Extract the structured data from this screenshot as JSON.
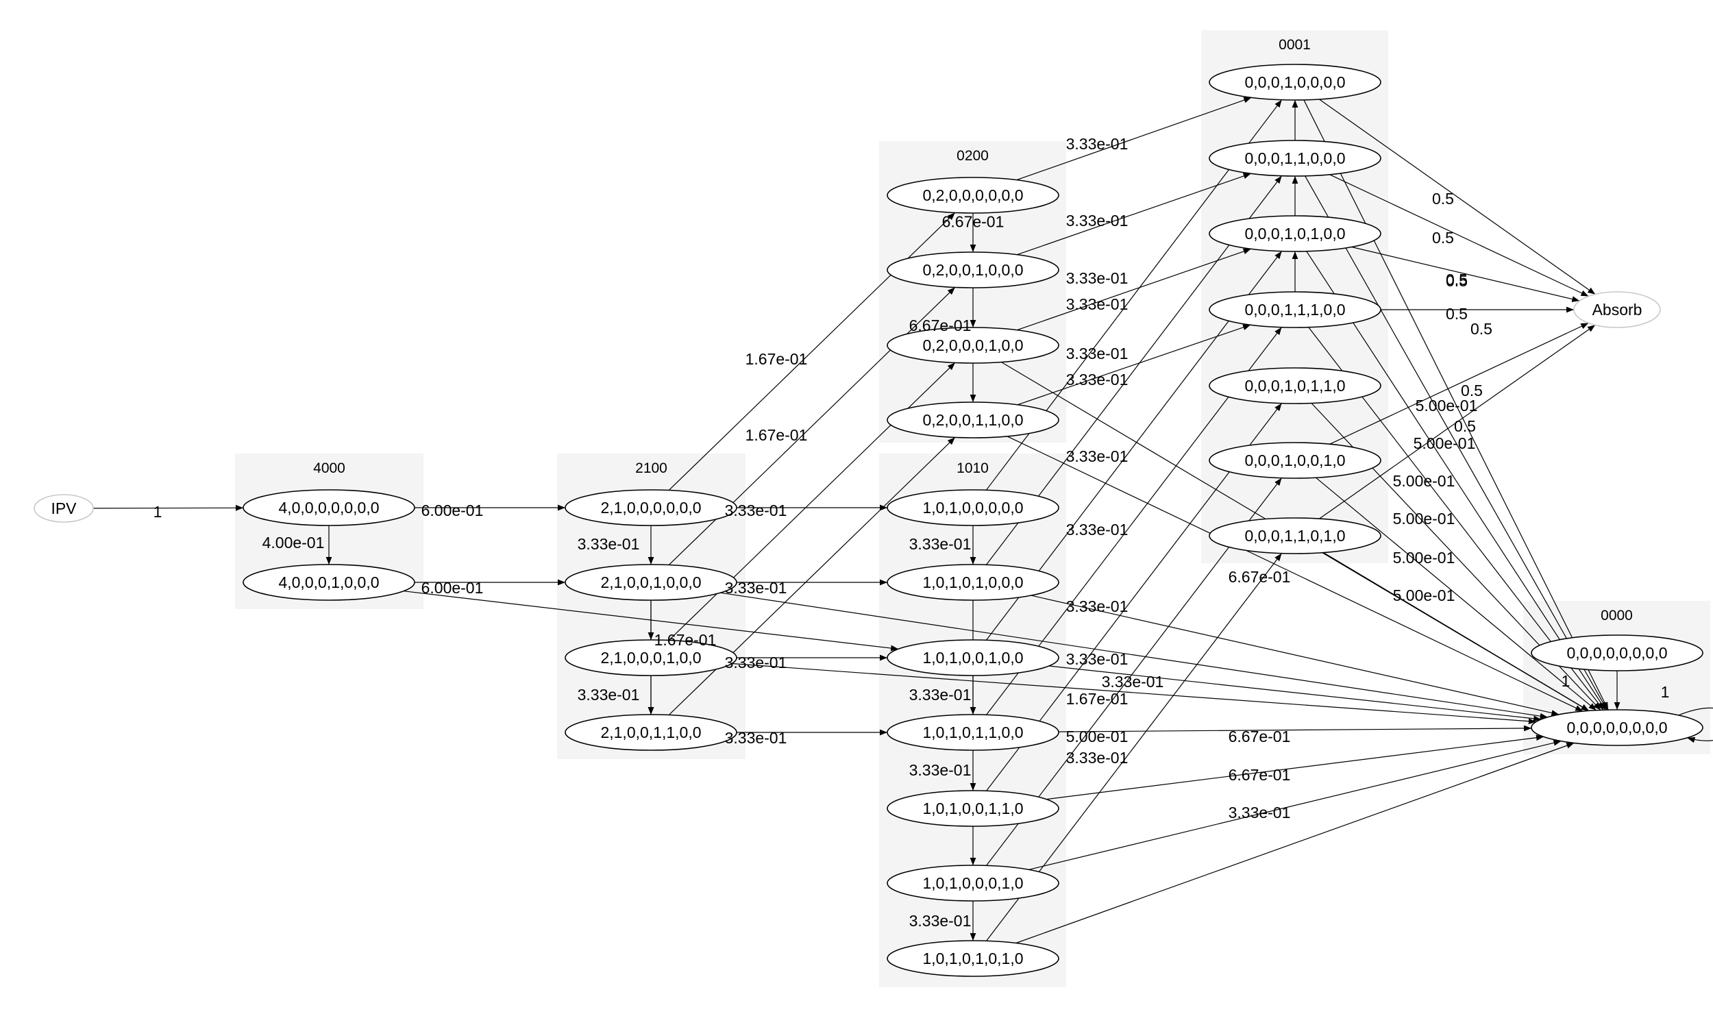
{
  "clusters": [
    {
      "id": "c4000",
      "label": "4000"
    },
    {
      "id": "c2100",
      "label": "2100"
    },
    {
      "id": "c0200",
      "label": "0200"
    },
    {
      "id": "c1010",
      "label": "1010"
    },
    {
      "id": "c0001",
      "label": "0001"
    },
    {
      "id": "c0000",
      "label": "0000"
    }
  ],
  "nodes": [
    {
      "id": "IPV",
      "label": "IPV",
      "style": "terminal"
    },
    {
      "id": "n4000000",
      "label": "4,0,0,0,0,0,0,0"
    },
    {
      "id": "n4000100",
      "label": "4,0,0,0,1,0,0,0"
    },
    {
      "id": "n2100000",
      "label": "2,1,0,0,0,0,0,0"
    },
    {
      "id": "n2100100",
      "label": "2,1,0,0,1,0,0,0"
    },
    {
      "id": "n2100010",
      "label": "2,1,0,0,0,1,0,0"
    },
    {
      "id": "n2100110",
      "label": "2,1,0,0,1,1,0,0"
    },
    {
      "id": "n0200000",
      "label": "0,2,0,0,0,0,0,0"
    },
    {
      "id": "n0200100",
      "label": "0,2,0,0,1,0,0,0"
    },
    {
      "id": "n0200010",
      "label": "0,2,0,0,0,1,0,0"
    },
    {
      "id": "n0200110",
      "label": "0,2,0,0,1,1,0,0"
    },
    {
      "id": "n1010000",
      "label": "1,0,1,0,0,0,0,0"
    },
    {
      "id": "n1010100",
      "label": "1,0,1,0,1,0,0,0"
    },
    {
      "id": "n1010010",
      "label": "1,0,1,0,0,1,0,0"
    },
    {
      "id": "n1010110",
      "label": "1,0,1,0,1,1,0,0"
    },
    {
      "id": "n1010011",
      "label": "1,0,1,0,0,1,1,0"
    },
    {
      "id": "n1010001",
      "label": "1,0,1,0,0,0,1,0"
    },
    {
      "id": "n1010101",
      "label": "1,0,1,0,1,0,1,0"
    },
    {
      "id": "n0001000",
      "label": "0,0,0,1,0,0,0,0"
    },
    {
      "id": "n0001100",
      "label": "0,0,0,1,1,0,0,0"
    },
    {
      "id": "n0001010",
      "label": "0,0,0,1,0,1,0,0"
    },
    {
      "id": "n0001110",
      "label": "0,0,0,1,1,1,0,0"
    },
    {
      "id": "n0001011",
      "label": "0,0,0,1,0,1,1,0"
    },
    {
      "id": "n0001001",
      "label": "0,0,0,1,0,0,1,0"
    },
    {
      "id": "n0001101",
      "label": "0,0,0,1,1,0,1,0"
    },
    {
      "id": "n0000a",
      "label": "0,0,0,0,0,0,0,0"
    },
    {
      "id": "n0000b",
      "label": "0,0,0,0,0,0,0,0"
    },
    {
      "id": "Absorb",
      "label": "Absorb",
      "style": "terminal"
    }
  ],
  "edges": [
    {
      "from": "IPV",
      "to": "n4000000",
      "label": "1"
    },
    {
      "from": "n4000000",
      "to": "n4000100",
      "label": "4.00e-01"
    },
    {
      "from": "n4000000",
      "to": "n2100000",
      "label": "6.00e-01"
    },
    {
      "from": "n4000100",
      "to": "n2100100",
      "label": "6.00e-01"
    },
    {
      "from": "n4000100",
      "to": "n1010010",
      "label": ""
    },
    {
      "from": "n2100000",
      "to": "n2100100",
      "label": "3.33e-01"
    },
    {
      "from": "n2100000",
      "to": "n1010000",
      "label": "3.33e-01"
    },
    {
      "from": "n2100000",
      "to": "n0200000",
      "label": "1.67e-01"
    },
    {
      "from": "n2100100",
      "to": "n2100010",
      "label": ""
    },
    {
      "from": "n2100100",
      "to": "n2100110",
      "label": ""
    },
    {
      "from": "n2100100",
      "to": "n1010100",
      "label": "3.33e-01"
    },
    {
      "from": "n2100100",
      "to": "n0200100",
      "label": "1.67e-01"
    },
    {
      "from": "n2100100",
      "to": "n0000b",
      "label": ""
    },
    {
      "from": "n2100010",
      "to": "n2100110",
      "label": "3.33e-01"
    },
    {
      "from": "n2100010",
      "to": "n1010010",
      "label": "3.33e-01"
    },
    {
      "from": "n2100010",
      "to": "n0200010",
      "label": "1.67e-01"
    },
    {
      "from": "n2100010",
      "to": "n0000b",
      "label": ""
    },
    {
      "from": "n2100110",
      "to": "n1010110",
      "label": "3.33e-01"
    },
    {
      "from": "n2100110",
      "to": "n0200110",
      "label": ""
    },
    {
      "from": "n0200000",
      "to": "n0001000",
      "label": "3.33e-01"
    },
    {
      "from": "n0200000",
      "to": "n0200100",
      "label": "6.67e-01"
    },
    {
      "from": "n0200100",
      "to": "n0200010",
      "label": "6.67e-01"
    },
    {
      "from": "n0200100",
      "to": "n0001100",
      "label": "3.33e-01"
    },
    {
      "from": "n0200010",
      "to": "n0200110",
      "label": ""
    },
    {
      "from": "n0200010",
      "to": "n0001010",
      "label": "3.33e-01"
    },
    {
      "from": "n0200010",
      "to": "n0000b",
      "label": "3.33e-01"
    },
    {
      "from": "n0200110",
      "to": "n0001110",
      "label": "3.33e-01"
    },
    {
      "from": "n0200110",
      "to": "n0000b",
      "label": "3.33e-01"
    },
    {
      "from": "n1010000",
      "to": "n1010100",
      "label": "3.33e-01"
    },
    {
      "from": "n1010000",
      "to": "n0001000",
      "label": "3.33e-01"
    },
    {
      "from": "n1010100",
      "to": "n1010110",
      "label": "3.33e-01"
    },
    {
      "from": "n1010100",
      "to": "n0001100",
      "label": "3.33e-01"
    },
    {
      "from": "n1010100",
      "to": "n0000b",
      "label": "3.33e-01"
    },
    {
      "from": "n1010010",
      "to": "n1010011",
      "label": ""
    },
    {
      "from": "n1010010",
      "to": "n0001010",
      "label": "3.33e-01"
    },
    {
      "from": "n1010010",
      "to": "n0000b",
      "label": "3.33e-01"
    },
    {
      "from": "n1010110",
      "to": "n0001110",
      "label": "5.00e-01"
    },
    {
      "from": "n1010110",
      "to": "n0000b",
      "label": ""
    },
    {
      "from": "n1010011",
      "to": "n1010001",
      "label": "3.33e-01"
    },
    {
      "from": "n1010011",
      "to": "n0001011",
      "label": "1.67e-01"
    },
    {
      "from": "n1010011",
      "to": "n0000b",
      "label": "6.67e-01"
    },
    {
      "from": "n1010001",
      "to": "n1010101",
      "label": "3.33e-01"
    },
    {
      "from": "n1010001",
      "to": "n0001001",
      "label": "3.33e-01"
    },
    {
      "from": "n1010001",
      "to": "n0000b",
      "label": "3.33e-01"
    },
    {
      "from": "n1010101",
      "to": "n0001101",
      "label": "6.67e-01"
    },
    {
      "from": "n1010101",
      "to": "n0000b",
      "label": "6.67e-01"
    },
    {
      "from": "n0001000",
      "to": "Absorb",
      "label": "0.5"
    },
    {
      "from": "n0001000",
      "to": "n0000b",
      "label": ""
    },
    {
      "from": "n0001100",
      "to": "n0001000",
      "label": ""
    },
    {
      "from": "n0001100",
      "to": "Absorb",
      "label": "0.5"
    },
    {
      "from": "n0001100",
      "to": "n0000b",
      "label": "0.5"
    },
    {
      "from": "n0001010",
      "to": "n0001100",
      "label": ""
    },
    {
      "from": "n0001010",
      "to": "Absorb",
      "label": "0.5"
    },
    {
      "from": "n0001010",
      "to": "n0000b",
      "label": "0.5"
    },
    {
      "from": "n0001110",
      "to": "n0001010",
      "label": ""
    },
    {
      "from": "n0001110",
      "to": "Absorb",
      "label": "0.5"
    },
    {
      "from": "n0001110",
      "to": "n0000b",
      "label": "5.00e-01"
    },
    {
      "from": "n0001011",
      "to": "n0000b",
      "label": "5.00e-01"
    },
    {
      "from": "n0001001",
      "to": "Absorb",
      "label": "0.5"
    },
    {
      "from": "n0001001",
      "to": "n0000b",
      "label": "5.00e-01"
    },
    {
      "from": "n0001101",
      "to": "Absorb",
      "label": "0.5"
    },
    {
      "from": "n0001101",
      "to": "n0000b",
      "label": "5.00e-01"
    },
    {
      "from": "n0001101",
      "to": "n0000b",
      "label": "5.00e-01"
    },
    {
      "from": "n0001101",
      "to": "n0000b",
      "label": "5.00e-01"
    },
    {
      "from": "n0000a",
      "to": "n0000b",
      "label": "1"
    },
    {
      "from": "n0000b",
      "to": "n0000b",
      "label": "1"
    }
  ]
}
